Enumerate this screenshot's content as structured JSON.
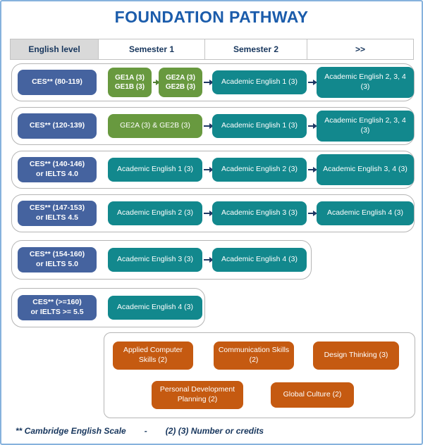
{
  "title": "FOUNDATION PATHWAY",
  "header": {
    "english_level": "English level",
    "semester1": "Semester 1",
    "semester2": "Semester 2",
    "next": ">>"
  },
  "rows": [
    {
      "level_line1": "CES** (80-119)",
      "ge1a": "GE1A (3)",
      "ge1b": "GE1B (3)",
      "ge2a": "GE2A (3)",
      "ge2b": "GE2B (3)",
      "semester2_course": "Academic English 1 (3)",
      "next_course": "Academic English 2, 3, 4 (3)"
    },
    {
      "level_line1": "CES** (120-139)",
      "semester1_course": "GE2A (3) & GE2B (3)",
      "semester2_course": "Academic English 1 (3)",
      "next_course": "Academic English 2, 3, 4 (3)"
    },
    {
      "level_line1": "CES** (140-146)",
      "level_line2": "or IELTS 4.0",
      "semester1_course": "Academic English 1 (3)",
      "semester2_course": "Academic English 2 (3)",
      "next_course": "Academic English 3, 4 (3)"
    },
    {
      "level_line1": "CES** (147-153)",
      "level_line2": "or IELTS 4.5",
      "semester1_course": "Academic English 2 (3)",
      "semester2_course": "Academic English 3 (3)",
      "next_course": "Academic English 4 (3)"
    },
    {
      "level_line1": "CES** (154-160)",
      "level_line2": "or IELTS 5.0",
      "semester1_course": "Academic English 3 (3)",
      "semester2_course": "Academic English 4 (3)"
    },
    {
      "level_line1": "CES** (>=160)",
      "level_line2": "or IELTS >= 5.5",
      "semester1_course": "Academic English 4 (3)"
    }
  ],
  "electives": {
    "applied_computer": "Applied Computer Skills (2)",
    "communication": "Communication Skills (2)",
    "design_thinking": "Design Thinking (3)",
    "personal_development": "Personal Development Planning (2)",
    "global_culture": "Global Culture (2)"
  },
  "footer": {
    "note1": "** Cambridge English Scale",
    "separator": "-",
    "note2": "(2) (3) Number or credits"
  },
  "colors": {
    "title_blue": "#1b5cab",
    "navy_text": "#17365d",
    "level_pill": "#45639f",
    "ge_pill": "#68993f",
    "academic_pill": "#12888d",
    "elective_pill": "#c55a11",
    "header_bg": "#d9d9d9",
    "container_border": "#b5b5b5",
    "frame_border": "#86b2dd",
    "arrow_navy": "#1f3864",
    "arrow_green": "#538135"
  }
}
